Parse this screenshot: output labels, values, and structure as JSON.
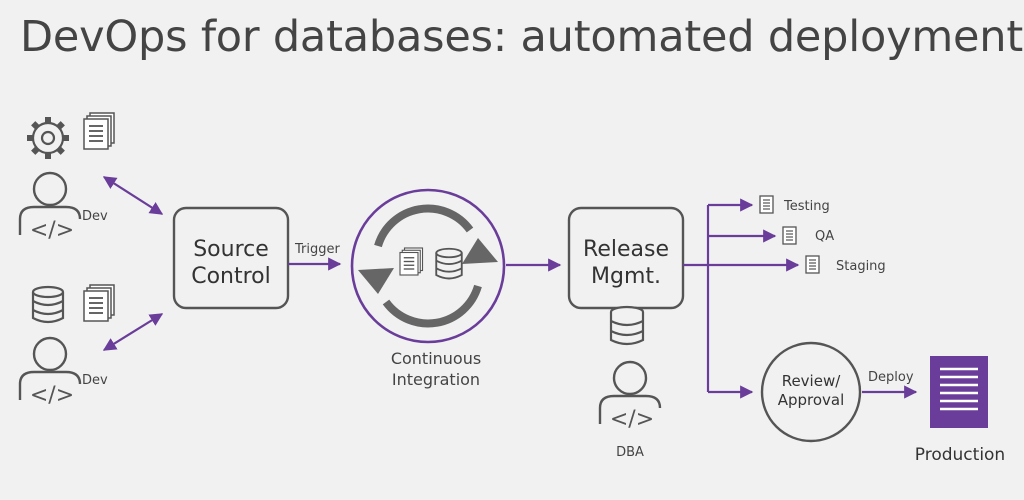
{
  "title": "DevOps for databases: automated deployment",
  "diagram": {
    "nodes": {
      "source_control": "Source Control",
      "continuous_integration": "Continuous Integration",
      "release_mgmt": "Release Mgmt.",
      "review_approval": "Review/ Approval",
      "production": "Production"
    },
    "people": {
      "dev_top": "Dev",
      "dev_bottom": "Dev",
      "dba": "DBA"
    },
    "edges": {
      "trigger": "Trigger",
      "deploy": "Deploy"
    },
    "environments": [
      "Testing",
      "QA",
      "Staging"
    ]
  },
  "colors": {
    "accent": "#6a3d9a",
    "stroke": "#555555",
    "ci_arrows": "#666666",
    "background": "#f1f1f1"
  },
  "icons": [
    "gear-icon",
    "document-stack-icon",
    "database-icon",
    "person-code-icon",
    "sync-arrows-icon",
    "document-icon",
    "production-document-icon"
  ]
}
